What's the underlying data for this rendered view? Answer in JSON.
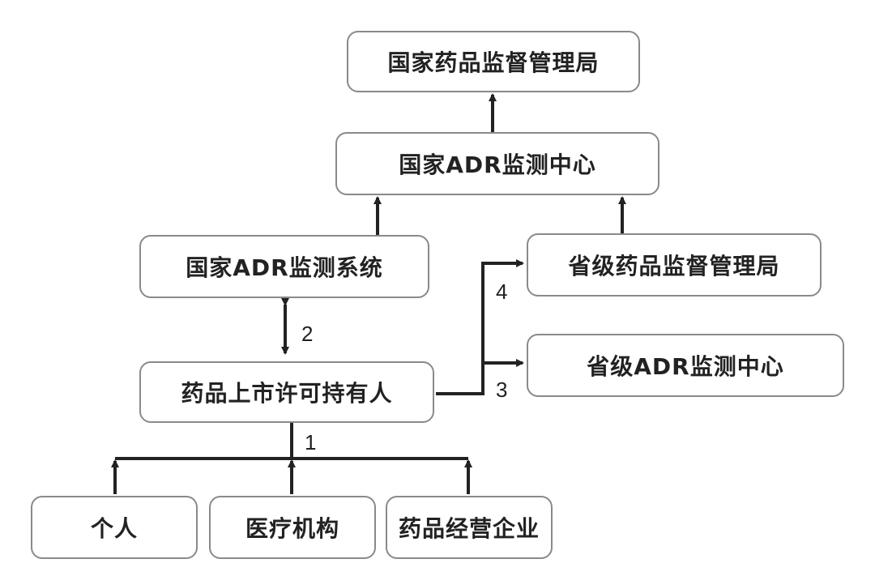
{
  "nodes": {
    "nmpa": "国家药品监督管理局",
    "national_adr_center": "国家ADR监测中心",
    "national_adr_system": "国家ADR监测系统",
    "provincial_mpa": "省级药品监督管理局",
    "provincial_adr_center": "省级ADR监测中心",
    "mah": "药品上市许可持有人",
    "individual": "个人",
    "medical_institution": "医疗机构",
    "drug_distributor": "药品经营企业"
  },
  "edge_labels": {
    "e1": "1",
    "e2": "2",
    "e3": "3",
    "e4": "4"
  },
  "colors": {
    "box_border": "#8a8a8a",
    "line": "#222222",
    "text": "#222222"
  }
}
